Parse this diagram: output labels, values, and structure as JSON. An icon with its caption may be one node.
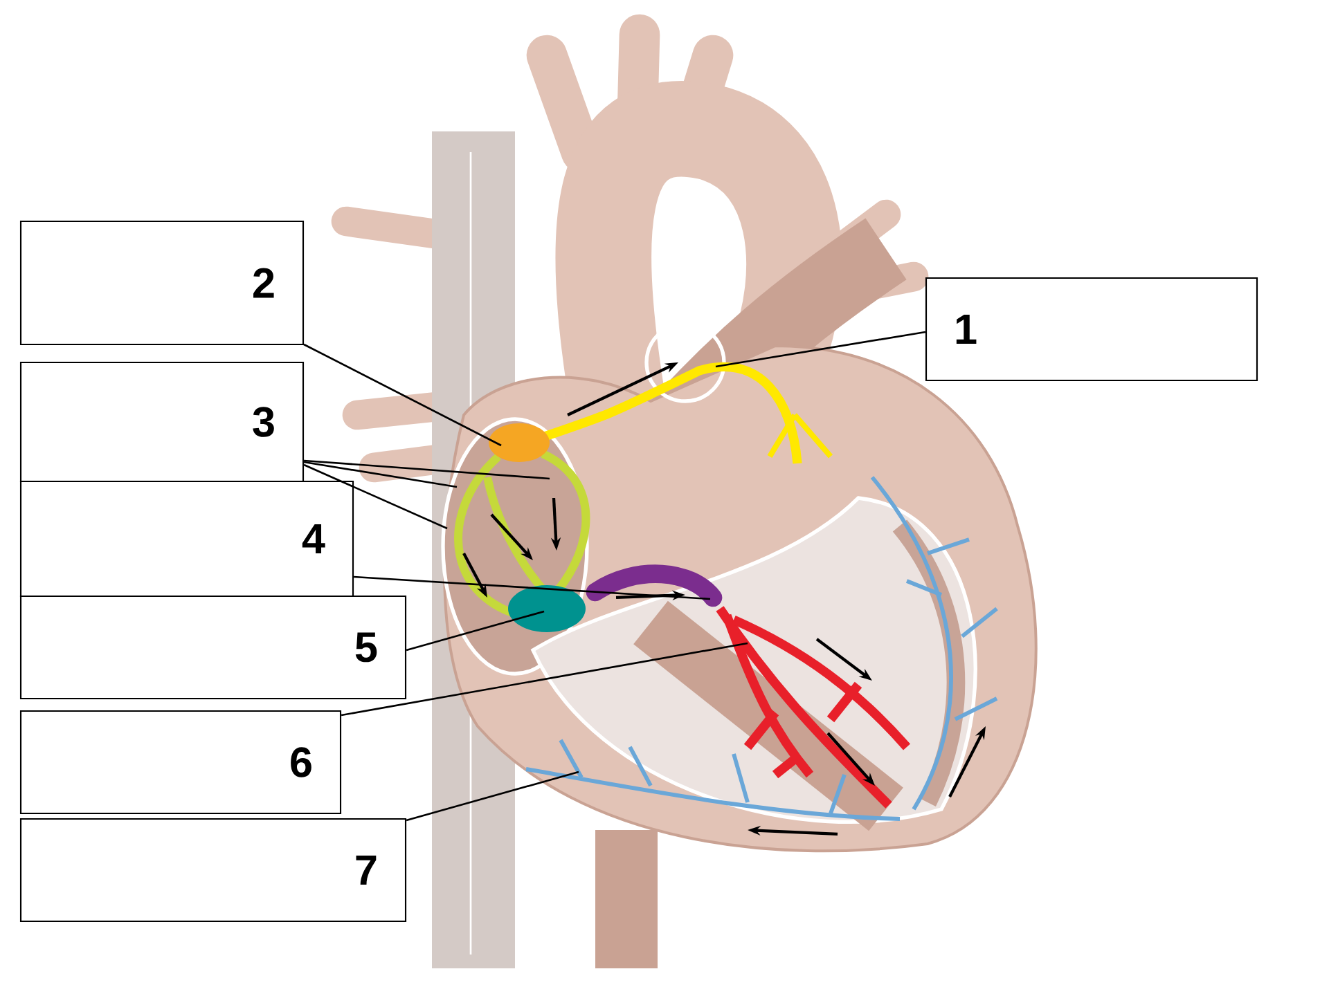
{
  "diagram": {
    "nodes": [
      {
        "text": [
          "2"
        ]
      },
      {
        "text": [
          "1"
        ]
      },
      {
        "text": [
          "3"
        ]
      },
      {
        "text": [
          "4"
        ]
      },
      {
        "text": [
          "5"
        ]
      },
      {
        "text": [
          "6"
        ]
      },
      {
        "text": [
          "7"
        ]
      }
    ],
    "edges": [
      {
        "from": 1,
        "to": null,
        "arrow": "none"
      },
      {
        "from": 0,
        "to": null,
        "arrow": "none"
      },
      {
        "from": 2,
        "to": null,
        "arrow": "none"
      },
      {
        "from": 2,
        "to": null,
        "arrow": "none"
      },
      {
        "from": 2,
        "to": null,
        "arrow": "none"
      },
      {
        "from": 3,
        "to": null,
        "arrow": "none"
      },
      {
        "from": 4,
        "to": null,
        "arrow": "none"
      },
      {
        "from": 5,
        "to": null,
        "arrow": "none"
      },
      {
        "from": 6,
        "to": null,
        "arrow": "none"
      }
    ]
  }
}
